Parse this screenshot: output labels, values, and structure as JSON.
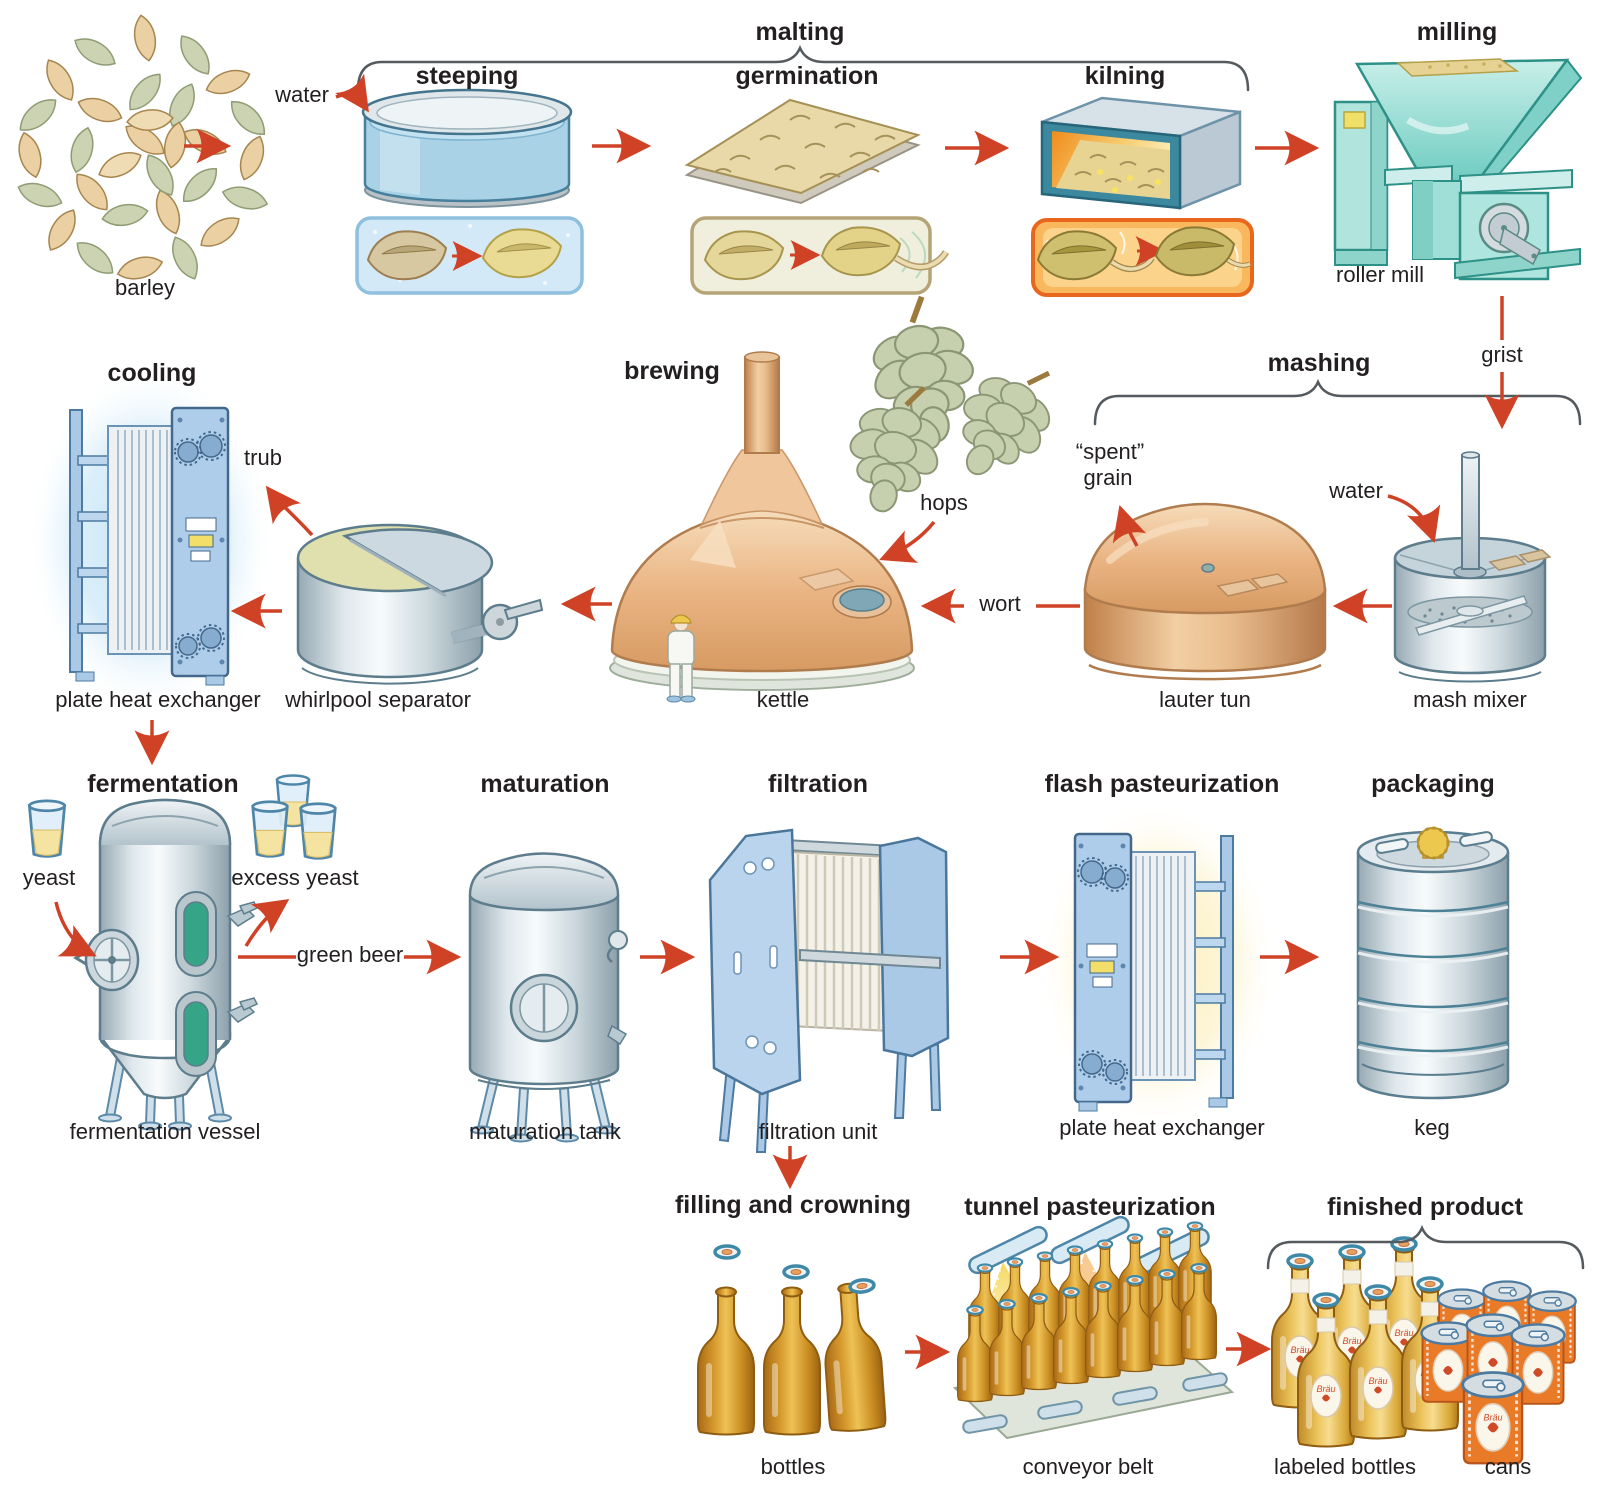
{
  "colors": {
    "arrow": "#cf4226",
    "text": "#231f20",
    "copper": "#e2a878",
    "steel": "#cdd9de",
    "mill_teal": "#6fccc1",
    "equipment_blue": "#aecdea",
    "amber_bottle": "#d79b2e",
    "can_orange": "#e87a28",
    "hops_green": "#c6cfae",
    "cooling_glow": "#c3e5f6",
    "flash_glow": "#fceebb"
  },
  "flow": {
    "inputs": {
      "barley": "barley",
      "water_steeping": "water",
      "water_mashing": "water",
      "yeast": "yeast",
      "hops": "hops"
    },
    "malting": {
      "title": "malting",
      "steeping": "steeping",
      "germination": "germination",
      "kilning": "kilning"
    },
    "milling": {
      "title": "milling",
      "roller_mill": "roller mill",
      "output": "grist"
    },
    "mashing": {
      "title": "mashing",
      "mash_mixer": "mash mixer",
      "lauter_tun": "lauter tun",
      "spent_grain_line1": "“spent”",
      "spent_grain_line2": "grain",
      "output": "wort"
    },
    "brewing": {
      "title": "brewing",
      "kettle": "kettle"
    },
    "cooling": {
      "title": "cooling",
      "whirlpool_separator": "whirlpool separator",
      "plate_heat_exchanger": "plate heat exchanger",
      "byproduct": "trub"
    },
    "fermentation": {
      "title": "fermentation",
      "vessel": "fermentation vessel",
      "excess_yeast": "excess yeast",
      "output": "green beer"
    },
    "maturation": {
      "title": "maturation",
      "tank": "maturation tank"
    },
    "filtration": {
      "title": "filtration",
      "unit": "filtration unit"
    },
    "flash_pasteurization": {
      "title": "flash pasteurization",
      "plate_heat_exchanger": "plate heat exchanger"
    },
    "packaging": {
      "title": "packaging",
      "keg": "keg"
    },
    "filling_and_crowning": {
      "title": "filling and crowning",
      "bottles": "bottles"
    },
    "tunnel_pasteurization": {
      "title": "tunnel pasteurization",
      "conveyor_belt": "conveyor belt"
    },
    "finished_product": {
      "title": "finished product",
      "labeled_bottles": "labeled bottles",
      "cans": "cans"
    },
    "brand": {
      "bottle_label": "Bräu",
      "can_label": "Bräu"
    }
  }
}
